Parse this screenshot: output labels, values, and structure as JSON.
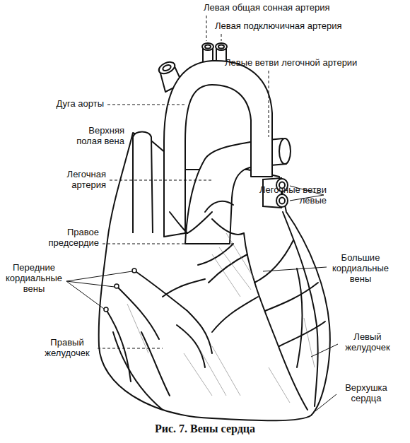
{
  "diagram": {
    "caption": "Рис. 7. Вены сердца",
    "labels": [
      "Левая общая сонная артерия",
      "Левая подключичная артерия",
      "Левые ветви легочной артерии",
      "Дуга аорты",
      "Верхняя полая вена",
      "Легочная артерия",
      "Легочные ветви левые",
      "Правое предсердие",
      "Передние кордиальные вены",
      "Большие кордиальные вены",
      "Правый желудочек",
      "Левый желудочек",
      "Верхушка сердца"
    ]
  }
}
